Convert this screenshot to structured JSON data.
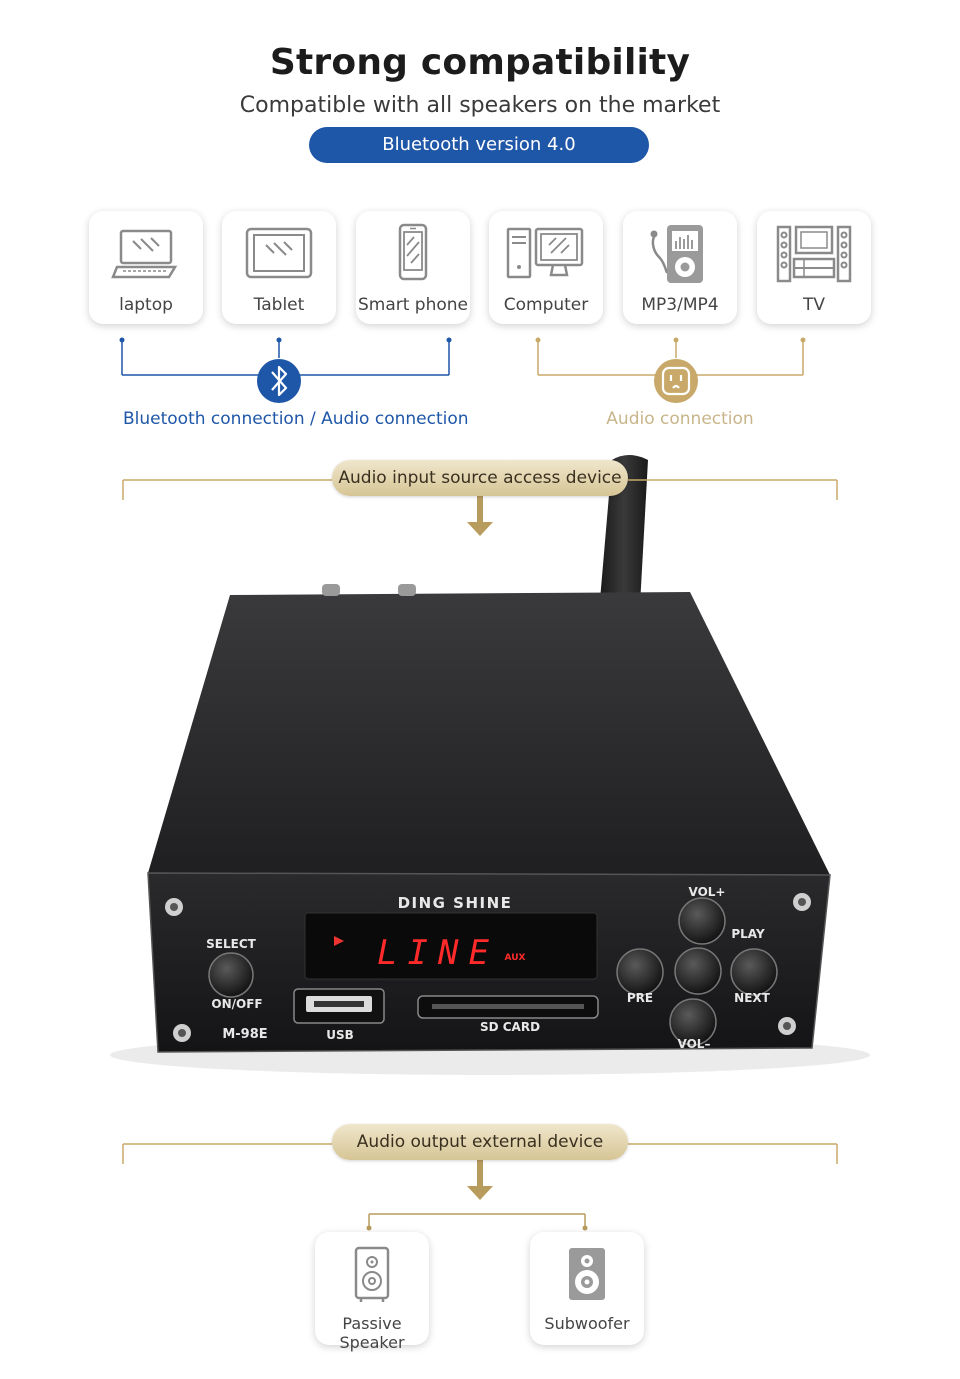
{
  "header": {
    "title": "Strong compatibility",
    "subtitle": "Compatible with all speakers on the market",
    "bluetooth_badge": "Bluetooth version 4.0"
  },
  "sources": [
    {
      "label": "laptop",
      "icon": "laptop-icon"
    },
    {
      "label": "Tablet",
      "icon": "tablet-icon"
    },
    {
      "label": "Smart phone",
      "icon": "smartphone-icon"
    },
    {
      "label": "Computer",
      "icon": "computer-icon"
    },
    {
      "label": "MP3/MP4",
      "icon": "mp3-player-icon"
    },
    {
      "label": "TV",
      "icon": "tv-icon"
    }
  ],
  "connections": {
    "bluetooth_label": "Bluetooth connection / Audio connection",
    "audio_label": "Audio connection"
  },
  "input_banner": "Audio input source access device",
  "device": {
    "brand": "DING SHINE",
    "model": "M-98E",
    "display_text": "LINE",
    "display_sub": "AUX",
    "select_label": "SELECT",
    "power_label": "ON/OFF",
    "usb_label": "USB",
    "sd_label": "SD CARD",
    "vol_up": "VOL+",
    "vol_down": "VOL–",
    "play": "PLAY",
    "prev": "PRE",
    "next": "NEXT"
  },
  "output_banner": "Audio output external device",
  "outputs": [
    {
      "label": "Passive Speaker",
      "icon": "passive-speaker-icon"
    },
    {
      "label": "Subwoofer",
      "icon": "subwoofer-icon"
    }
  ],
  "colors": {
    "blue": "#1f57a8",
    "gold": "#c8a96a",
    "gold_light": "#c8b58a",
    "pill_gold": "#e3d6b0"
  }
}
